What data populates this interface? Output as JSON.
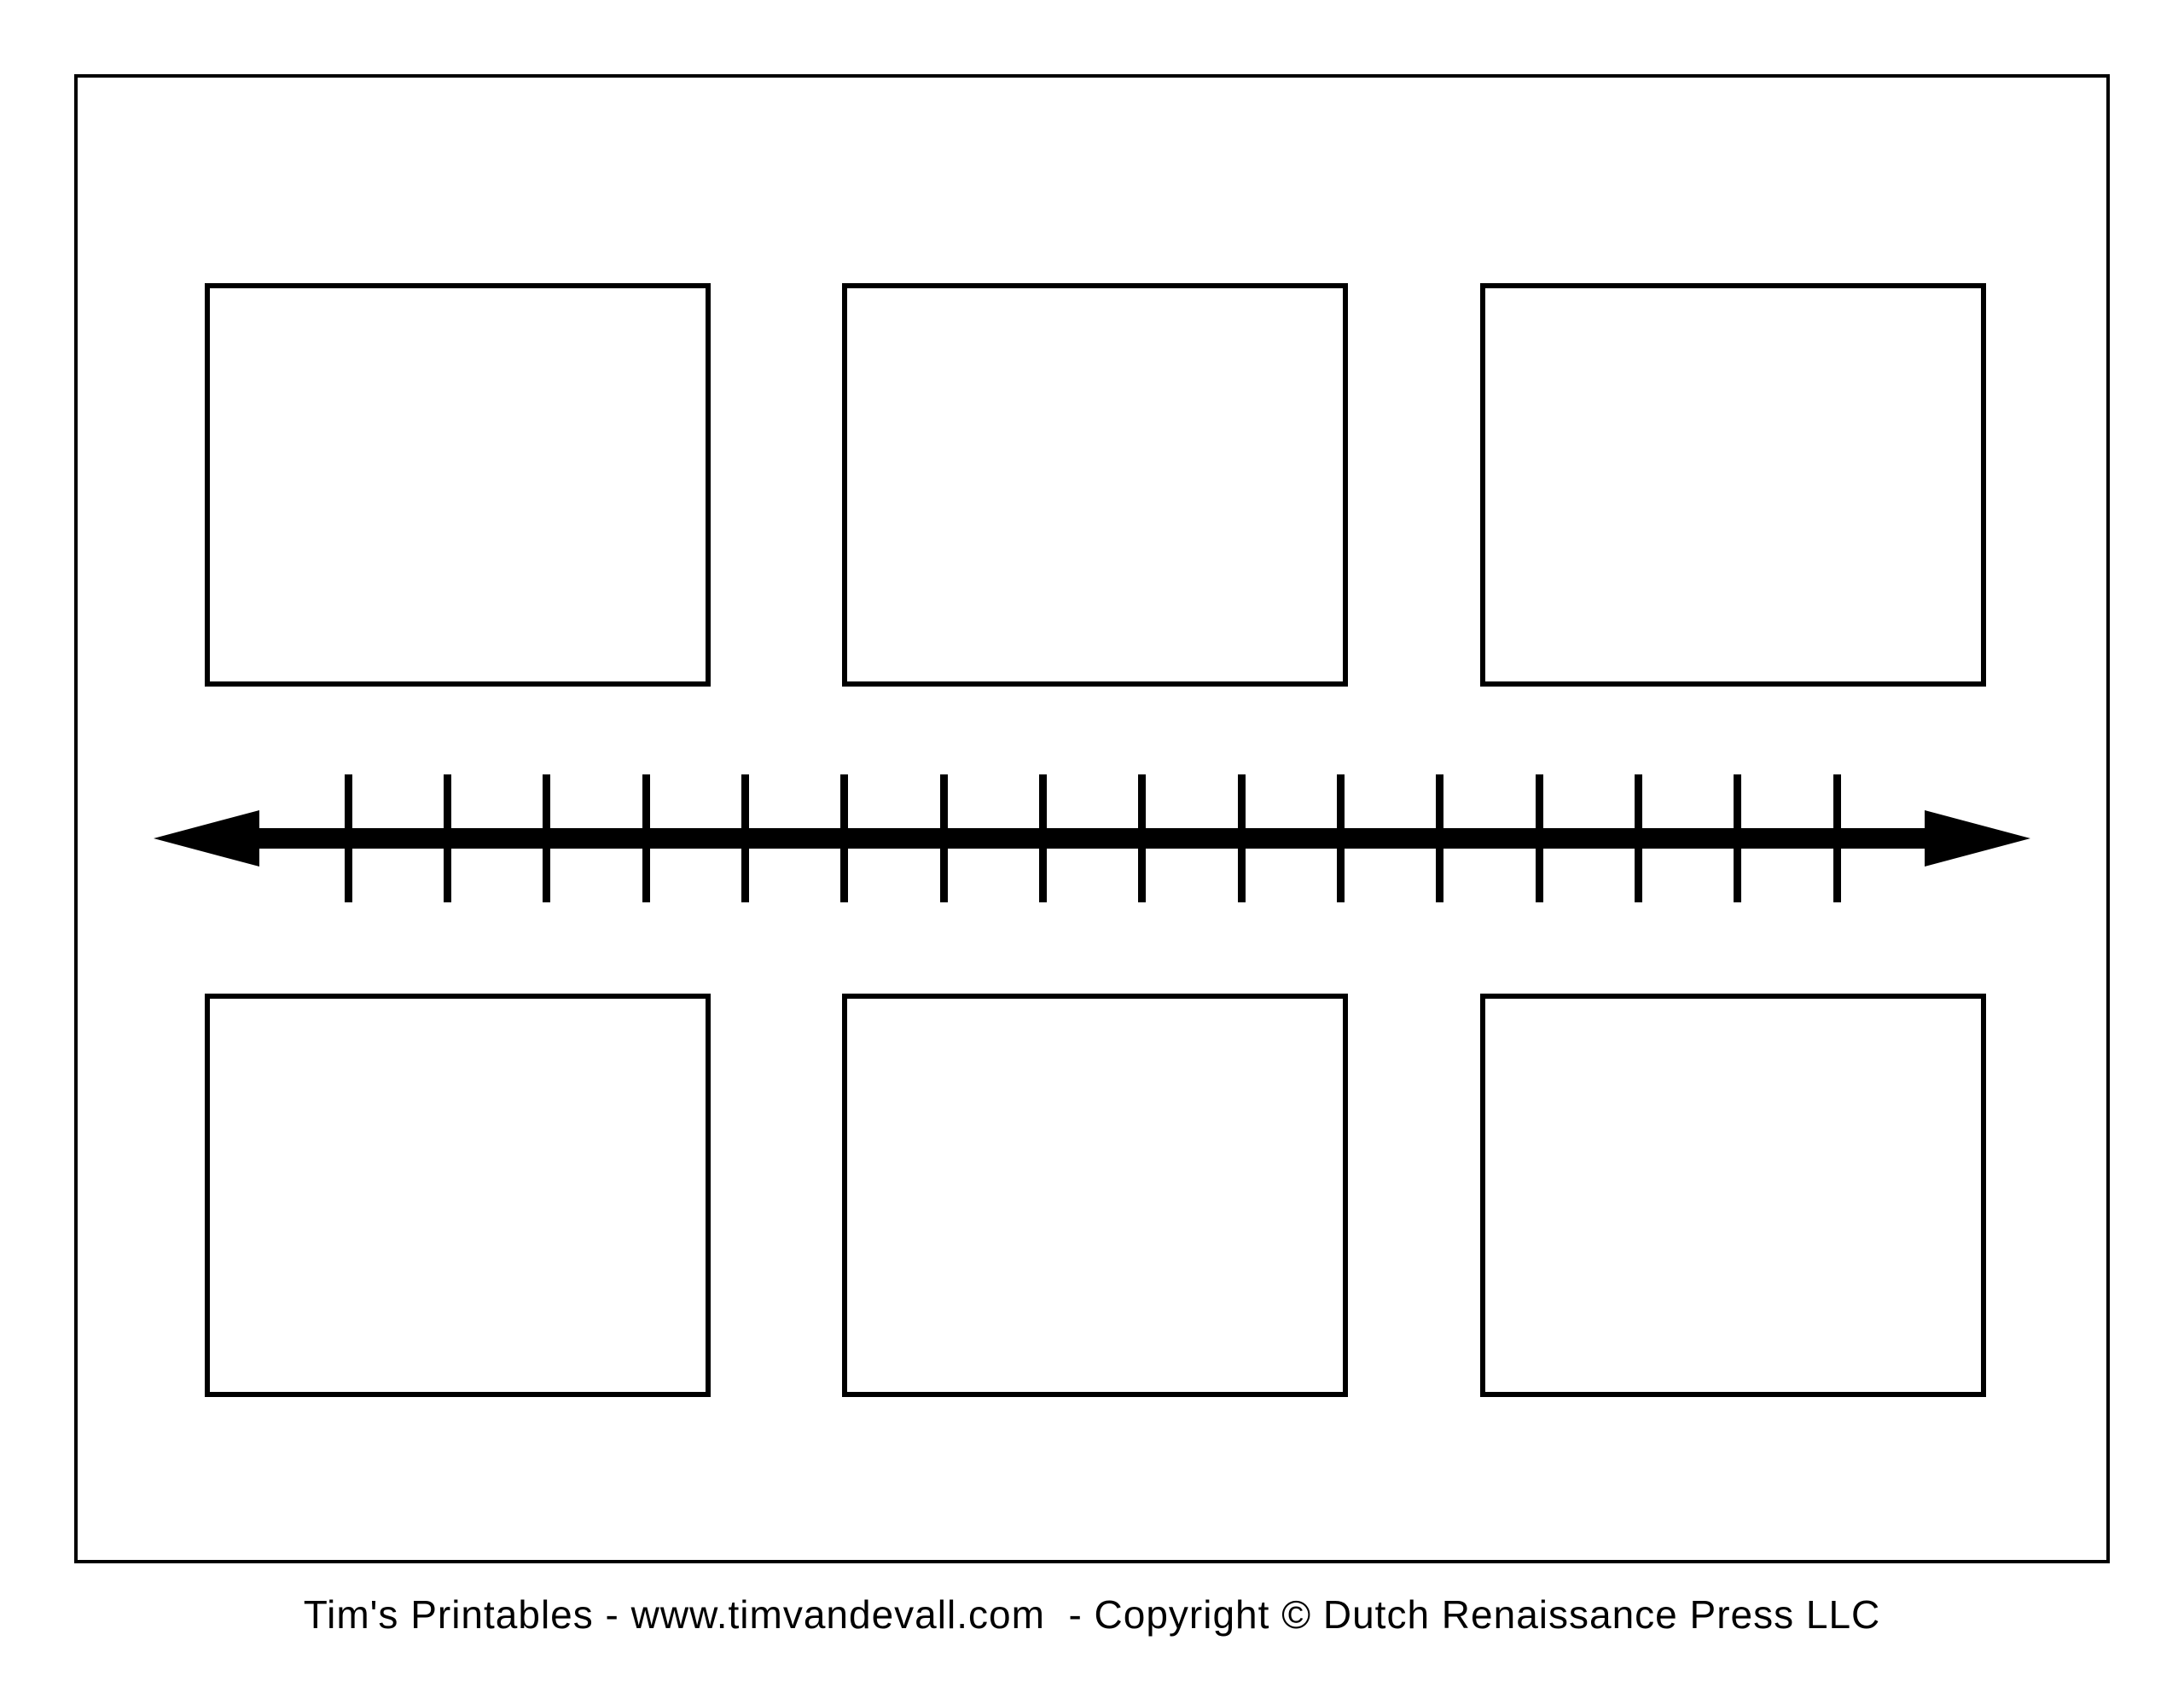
{
  "page": {
    "type": "printable-timeline-template",
    "background_color": "#ffffff",
    "ink_color": "#000000"
  },
  "event_boxes": {
    "count": 6,
    "rows": 2,
    "columns": 3,
    "fill_color": "#ffffff",
    "border_color": "#000000",
    "labels": [
      "",
      "",
      "",
      "",
      "",
      ""
    ]
  },
  "timeline": {
    "style": "double-headed-arrow",
    "tick_count": 16,
    "color": "#000000"
  },
  "footer": {
    "credit": "Tim's Printables - www.timvandevall.com  - Copyright © Dutch Renaissance Press LLC"
  }
}
